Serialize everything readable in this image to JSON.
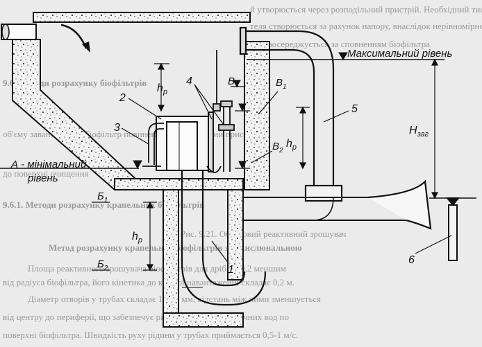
{
  "labels": {
    "max_level": "Максимальний рівень",
    "min_level_line1": "А - мінімальний",
    "min_level_line2": "рівень",
    "hp_main": "h",
    "hp_sub": "р",
    "hzag_main": "Н",
    "hzag_sub": "заг",
    "b1_main": "В",
    "b1_sub": "1",
    "b2_main": "В",
    "b2_sub": "2",
    "b3_main": "В",
    "b3_sub": "3",
    "bb1_main": "Б",
    "bb1_sub": "1",
    "bb2_main": "Б",
    "bb2_sub": "2",
    "n1": "1",
    "n2": "2",
    "n3": "3",
    "n4": "4",
    "n5": "5",
    "n6": "6"
  },
  "background_text": {
    "top_line1": "й утворюється через розподільний пристрій. Необхідний тиск",
    "top_line2": "теля створюється за рахунок напору, внаслідок нерівномірного",
    "top_line3": "зтво  зосереджується за сповненням біофільтра",
    "heading_96": "9.6. Методи розрахунку біофільтрів",
    "mid_line1": "об'єму завантаження біофільтр повинен бути обладнаний пристроєм",
    "mid_line2": "до поверхні очищення",
    "heading_961": "9.6.1. Методи розрахунку крапельних біофільтрів",
    "caption": "Рис. 9.21. Обертовий реактивний зрошувач",
    "body1": "Метод розрахунку крапельних біофільтрів за окислювальною",
    "body2": "Площа реактивного зрошувача біофільтрів для дрібної 0,2 меншим",
    "body3": "від радіуса біофільтра, його кінетика до кожної навантаженні складає 0,2 м.",
    "body4": "Діаметр отворів у трубах складає 10-15 мм, відстань між ними зменшується",
    "body5": "від центру до периферії, що забезпечує рівномірну роздачу стічних вод по",
    "body6": "поверхні біофільтра. Швидкість руху рідини у трубах приймається 0,5-1 м/с."
  }
}
